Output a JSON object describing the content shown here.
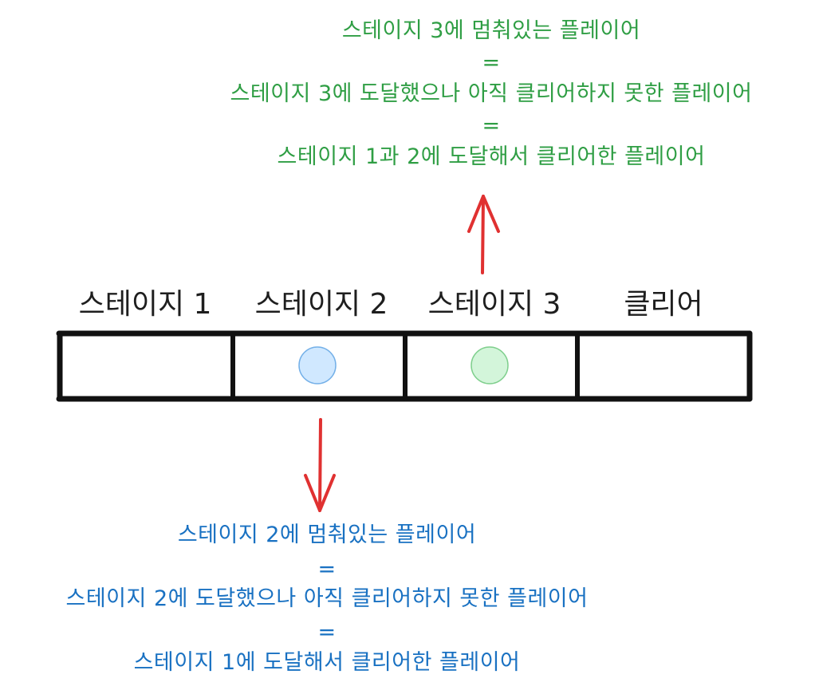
{
  "top_annotation": {
    "line1": "스테이지 3에 멈춰있는 플레이어",
    "eq1": "=",
    "line2": "스테이지 3에 도달했으나 아직 클리어하지 못한 플레이어",
    "eq2": "=",
    "line3": "스테이지 1과 2에 도달해서 클리어한 플레이어",
    "color": "#2f9e44"
  },
  "stages": [
    {
      "label": "스테이지 1"
    },
    {
      "label": "스테이지 2"
    },
    {
      "label": "스테이지 3"
    },
    {
      "label": "클리어"
    }
  ],
  "players": [
    {
      "stage": "스테이지 2",
      "color": "#a5d8ff",
      "stroke": "#4a90d9"
    },
    {
      "stage": "스테이지 3",
      "color": "#b2f2bb",
      "stroke": "#5fbf6f"
    }
  ],
  "arrow_color": "#e03131",
  "bottom_annotation": {
    "line1": "스테이지 2에 멈춰있는 플레이어",
    "eq1": "=",
    "line2": "스테이지 2에 도달했으나 아직 클리어하지 못한 플레이어",
    "eq2": "=",
    "line3": "스테이지 1에 도달해서 클리어한 플레이어",
    "color": "#1971c2"
  }
}
